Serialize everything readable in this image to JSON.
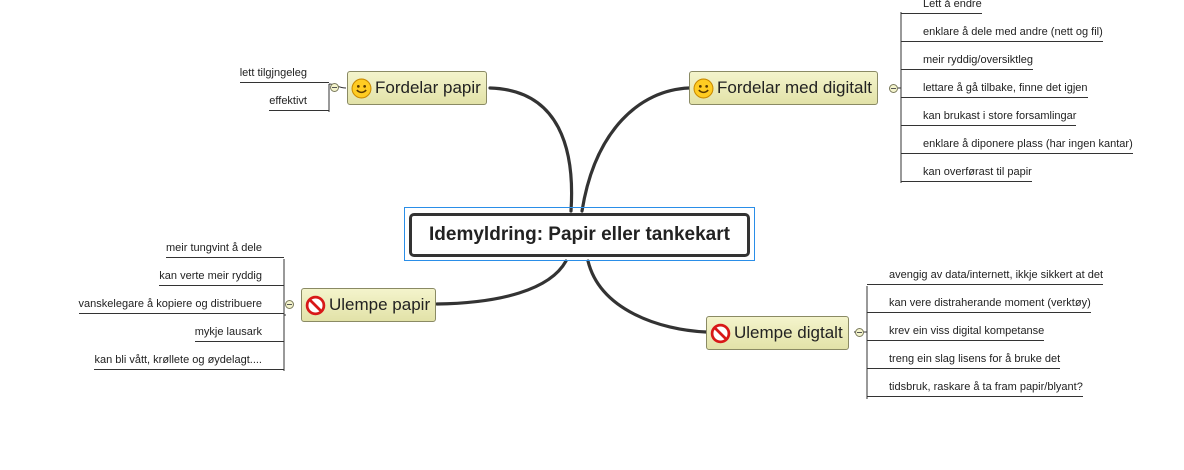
{
  "central": {
    "title": "Idemyldring: Papir eller tankekart"
  },
  "branches": {
    "fordelar_papir": {
      "label": "Fordelar papir",
      "icon": "smiley-icon",
      "items": [
        "lett tilgjngeleg",
        "effektivt"
      ]
    },
    "fordelar_digitalt": {
      "label": "Fordelar med digitalt",
      "icon": "smiley-icon",
      "items": [
        "Lett å endre",
        "enklare å dele med andre (nett og fil)",
        "meir ryddig/oversiktleg",
        "lettare å gå tilbake, finne det igjen",
        "kan brukast i store forsamlingar",
        "enklare å diponere plass (har ingen kantar)",
        "kan overførast til papir"
      ]
    },
    "ulempe_papir": {
      "label": "Ulempe papir",
      "icon": "no-entry-icon",
      "items": [
        "meir tungvint å dele",
        "kan verte meir ryddig",
        "vanskelegare å kopiere og distribuere",
        "mykje lausark",
        "kan bli vått, krøllete og øydelagt...."
      ]
    },
    "ulempe_digitalt": {
      "label": "Ulempe digtalt",
      "icon": "no-entry-icon",
      "items": [
        "avengig av data/internett, ikkje sikkert at det",
        "kan vere distraherande moment (verktøy)",
        "krev ein viss digital kompetanse",
        "treng ein slag lisens for å bruke det",
        "tidsbruk, raskare å ta fram papir/blyant?"
      ]
    }
  },
  "colors": {
    "branch_fill": "#e8e8b4",
    "branch_border": "#8a8a64",
    "central_border": "#333333",
    "selection": "#2a8ee8",
    "connector": "#333333"
  }
}
